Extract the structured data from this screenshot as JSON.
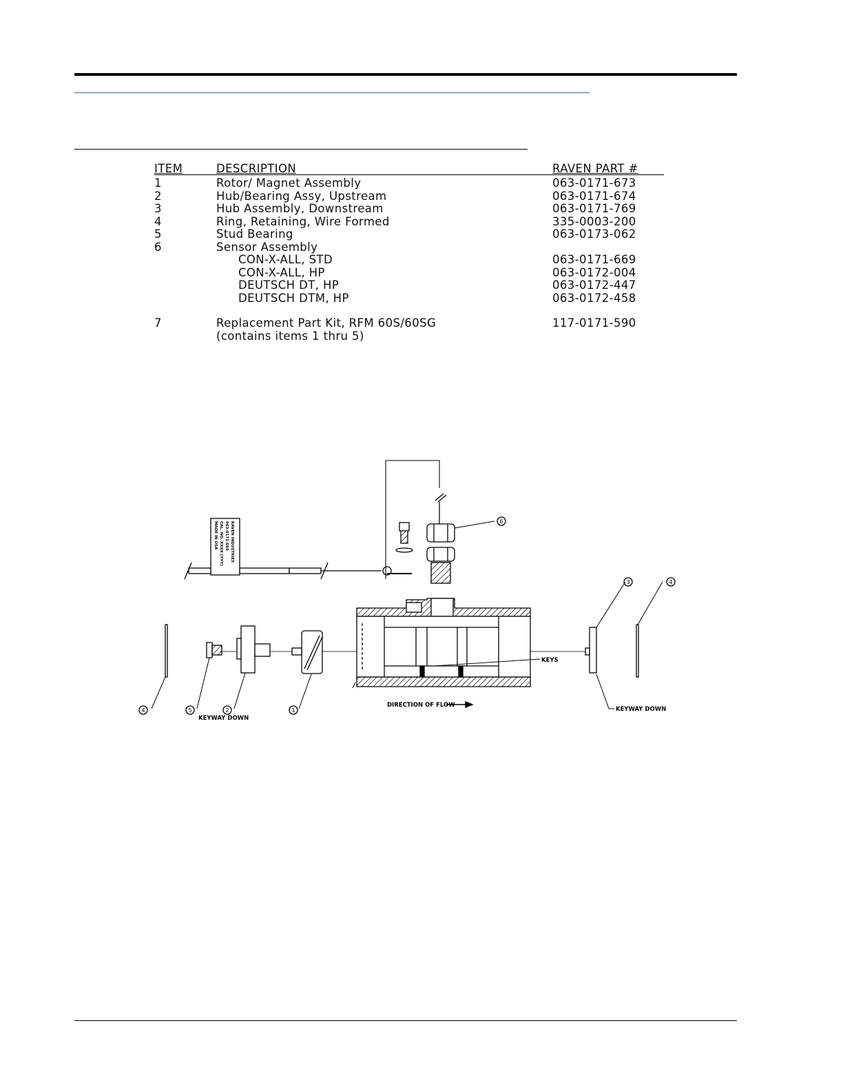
{
  "parts_list": {
    "headers": {
      "item": "ITEM",
      "description": "DESCRIPTION",
      "part": "RAVEN PART #"
    },
    "rows": [
      {
        "item": "1",
        "description": "Rotor/ Magnet Assembly",
        "part": "063-0171-673"
      },
      {
        "item": "2",
        "description": "Hub/Bearing Assy, Upstream",
        "part": "063-0171-674"
      },
      {
        "item": "3",
        "description": "Hub Assembly, Downstream",
        "part": "063-0171-769"
      },
      {
        "item": "4",
        "description": "Ring, Retaining, Wire Formed",
        "part": "335-0003-200"
      },
      {
        "item": "5",
        "description": "Stud Bearing",
        "part": "063-0173-062"
      },
      {
        "item": "6",
        "description": "Sensor Assembly",
        "part": ""
      }
    ],
    "sensor_options": [
      {
        "description": "CON-X-ALL, STD",
        "part": "063-0171-669"
      },
      {
        "description": "CON-X-ALL, HP",
        "part": "063-0172-004"
      },
      {
        "description": "DEUTSCH DT, HP",
        "part": "063-0172-447"
      },
      {
        "description": "DEUTSCH DTM, HP",
        "part": "063-0172-458"
      }
    ],
    "kit": {
      "item": "7",
      "description": "Replacement Part Kit, RFM 60S/60SG",
      "note": "(contains items 1 thru 5)",
      "part": "117-0171-590"
    }
  },
  "diagram": {
    "callouts": [
      "1",
      "2",
      "3",
      "4",
      "5",
      "6"
    ],
    "tag_lines": [
      "RAVEN INDUSTRIES",
      "063-0171-669",
      "CAL. NO. XXXX [YYY]",
      "MADE IN USA"
    ],
    "labels": {
      "keys": "KEYS",
      "direction_of_flow": "DIRECTION OF FLOW",
      "keyway_down_left": "KEYWAY DOWN",
      "keyway_down_right": "KEYWAY DOWN"
    }
  }
}
